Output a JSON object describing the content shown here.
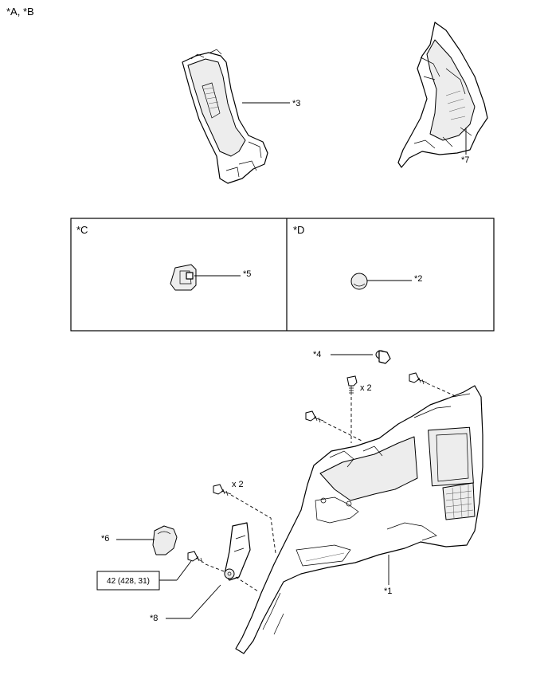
{
  "header": {
    "view_label": "*A, *B"
  },
  "boxes": {
    "c": {
      "label": "*C"
    },
    "d": {
      "label": "*D"
    }
  },
  "callouts": {
    "p1": "*1",
    "p2": "*2",
    "p3": "*3",
    "p4": "*4",
    "p5": "*5",
    "p6": "*6",
    "p7": "*7",
    "p8": "*8"
  },
  "quantities": {
    "upper_bolt": "x 2",
    "lower_bolt": "x 2"
  },
  "torque": {
    "text": "42 (428, 31)"
  }
}
